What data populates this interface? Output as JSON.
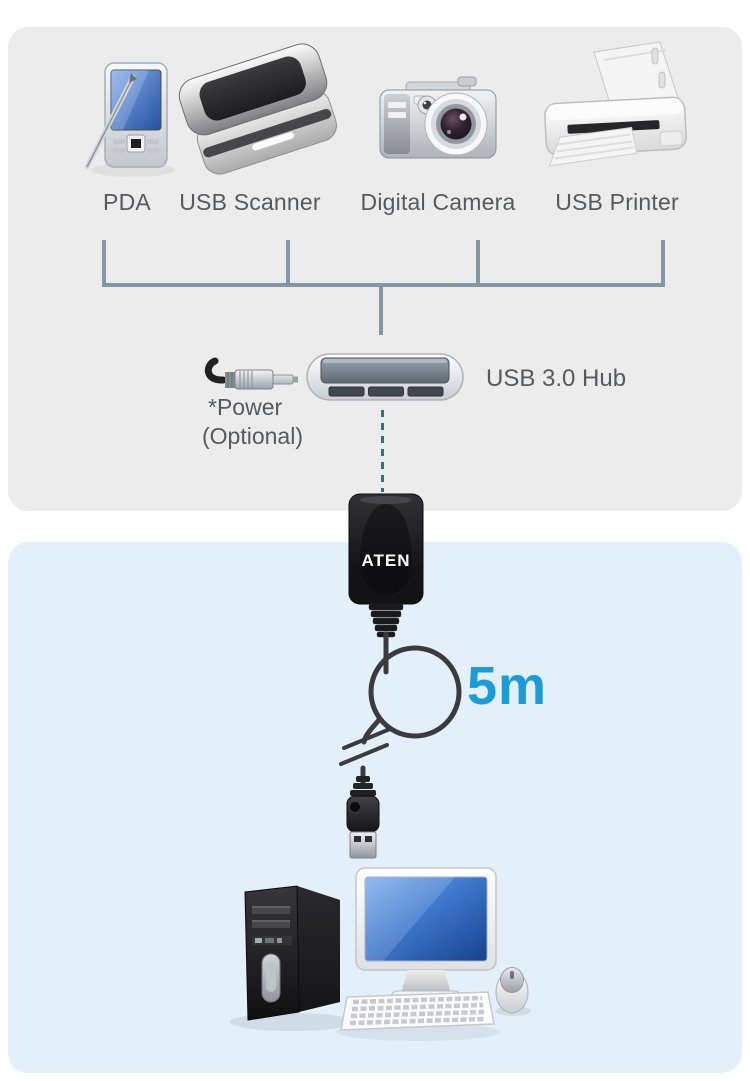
{
  "diagram": {
    "devices": [
      {
        "label": "PDA",
        "icon": "pda-icon"
      },
      {
        "label": "USB Scanner",
        "icon": "usb-scanner-icon"
      },
      {
        "label": "Digital Camera",
        "icon": "digital-camera-icon"
      },
      {
        "label": "USB Printer",
        "icon": "usb-printer-icon"
      }
    ],
    "hub": {
      "label": "USB 3.0 Hub",
      "icon": "usb-hub-icon"
    },
    "power": {
      "line1": "*Power",
      "line2": "(Optional)",
      "icon": "power-plug-icon"
    },
    "extender": {
      "brand": "ATEN",
      "icon": "usb-extender-icon"
    },
    "cable": {
      "length_label": "5m",
      "icon": "usb-cable"
    },
    "connector": {
      "icon": "usb-a-connector-icon"
    },
    "computer": {
      "icon": "desktop-computer-icon"
    }
  },
  "colors": {
    "panel_gray": "#ececec",
    "panel_blue": "#e3f0fa",
    "label_text": "#58595b",
    "bus_line": "#8397a4",
    "dotted_link_teal": "#1a7b80",
    "length_label_blue": "#1b9cd9",
    "cable_dark": "#3b3b3e"
  }
}
